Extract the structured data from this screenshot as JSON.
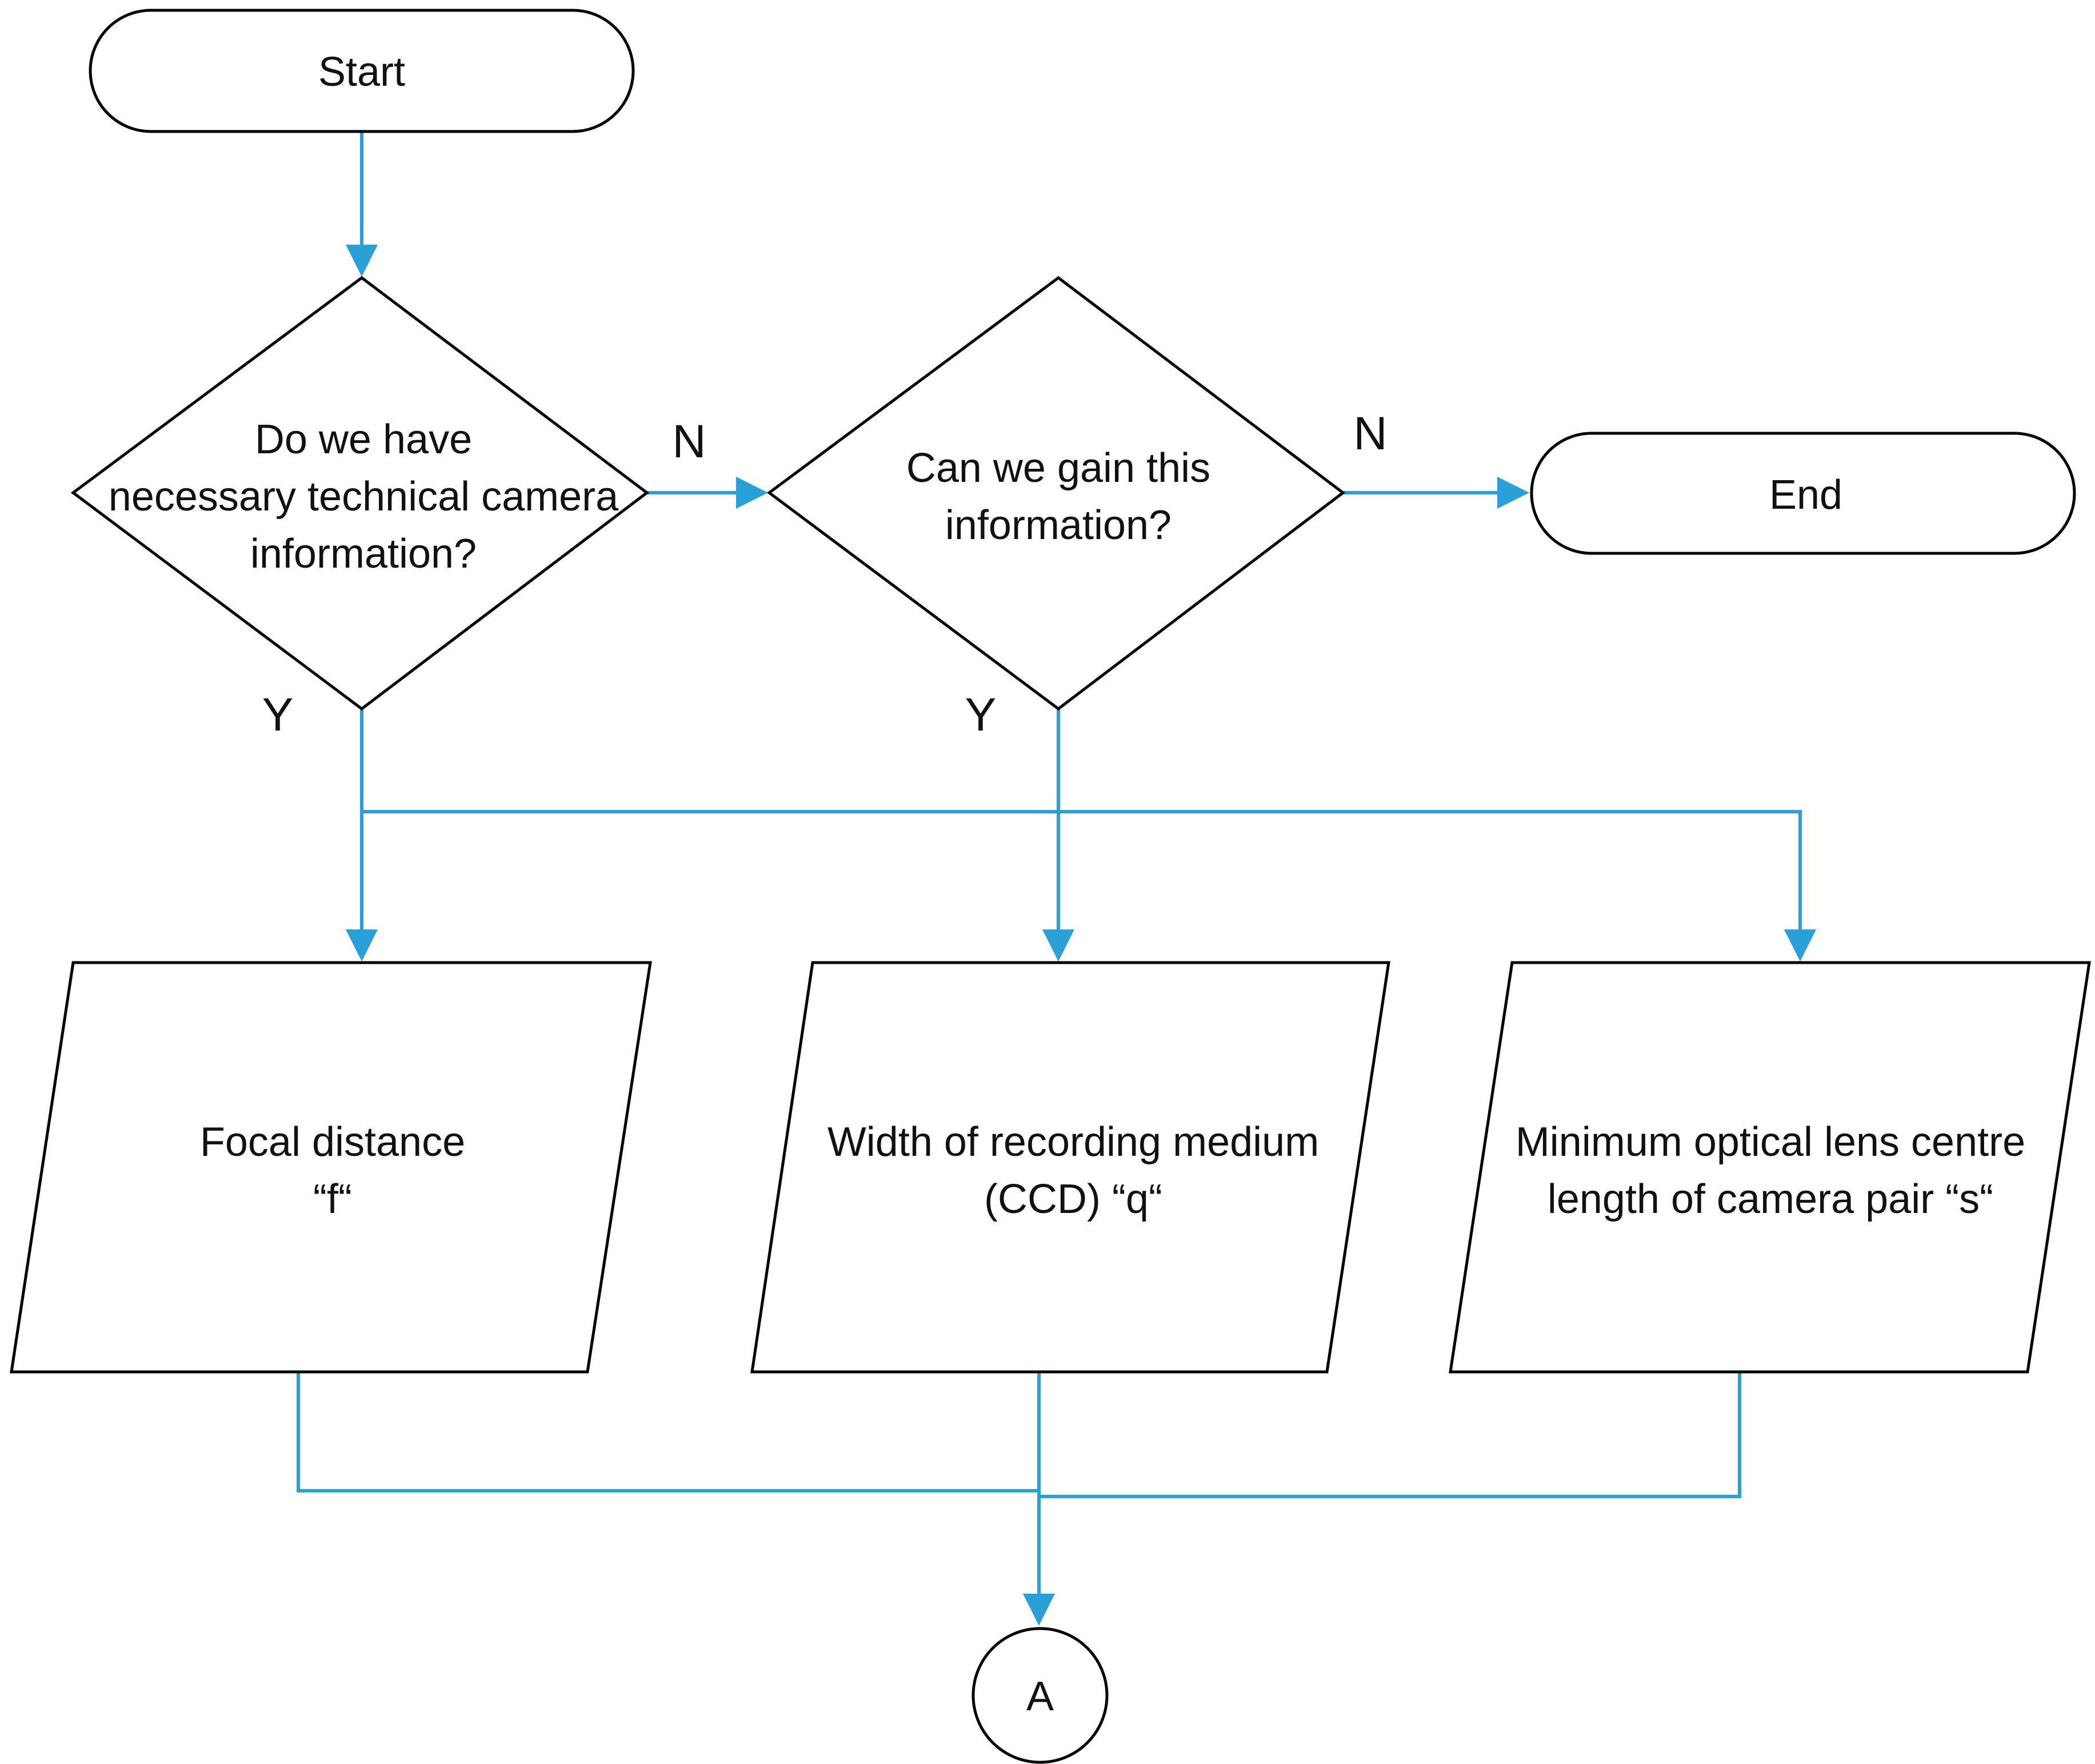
{
  "colors": {
    "connector": "#2a9fd8",
    "outline": "#000000",
    "text": "#111111",
    "background": "#ffffff"
  },
  "nodes": {
    "start": {
      "label": "Start"
    },
    "decision1": {
      "lines": [
        "Do we have",
        "necessary technical camera",
        "information?"
      ]
    },
    "decision2": {
      "lines": [
        "Can we gain this",
        "information?"
      ]
    },
    "end": {
      "label": "End"
    },
    "input_focal": {
      "lines": [
        "Focal distance",
        "“f“"
      ]
    },
    "input_width": {
      "lines": [
        "Width of recording medium",
        "(CCD) “q“"
      ]
    },
    "input_lens": {
      "lines": [
        "Minimum optical lens centre",
        "length of camera pair “s“"
      ]
    },
    "connector_a": {
      "label": "A"
    }
  },
  "edge_labels": {
    "d1_no": "N",
    "d2_no": "N",
    "d1_yes": "Y",
    "d2_yes": "Y"
  }
}
